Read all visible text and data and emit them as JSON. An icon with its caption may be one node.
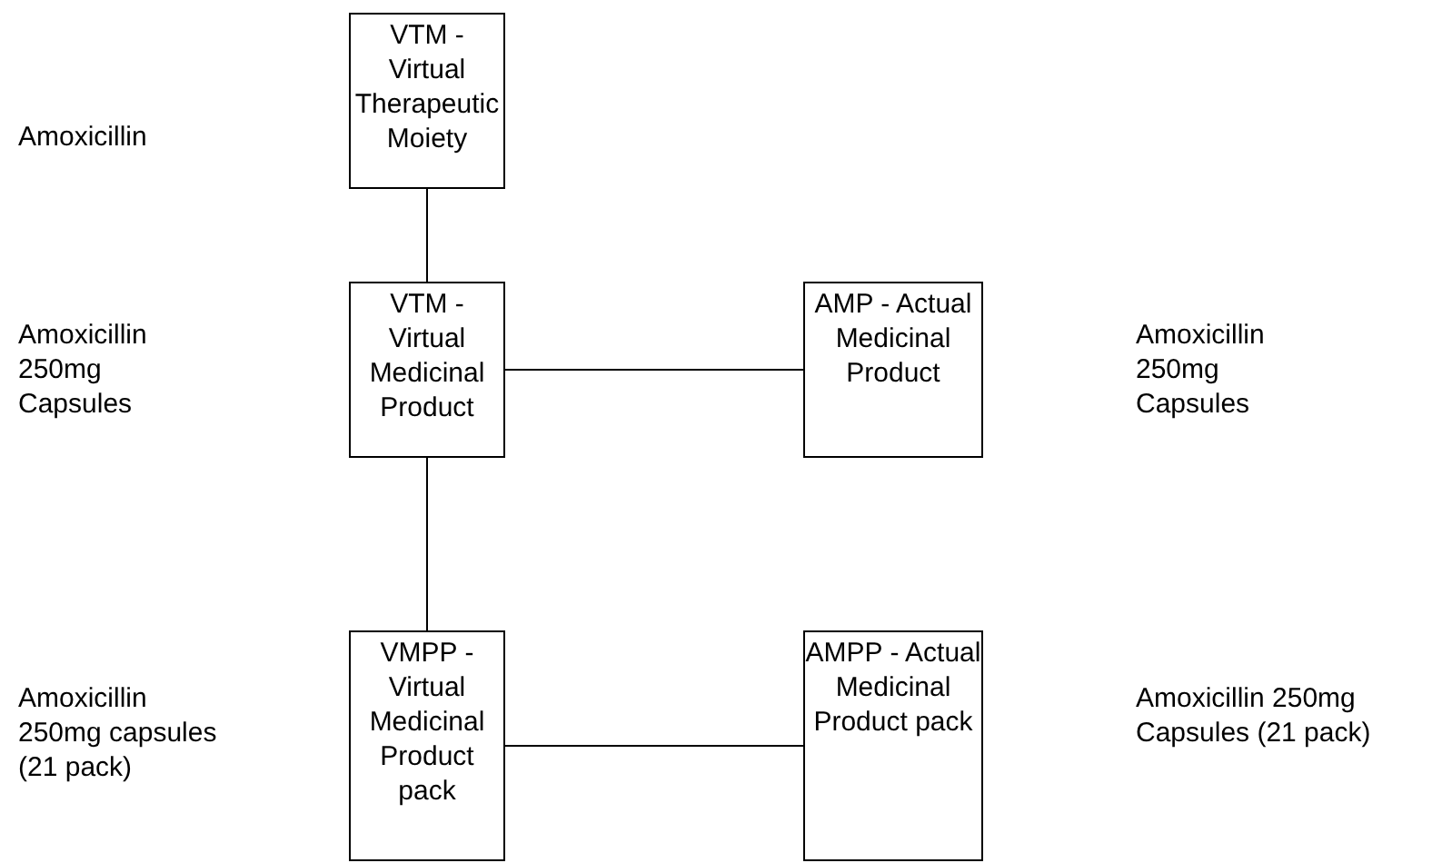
{
  "diagram": {
    "nodes": [
      {
        "text": [
          "VTM - Virtual Therapeutic Moiety"
        ]
      },
      {
        "text": [
          "VTM - Virtual Medicinal Product"
        ]
      },
      {
        "text": [
          "AMP - Actual Medicinal Product"
        ]
      },
      {
        "text": [
          "VMPP - Virtual Medicinal Product pack"
        ]
      },
      {
        "text": [
          "AMPP - Actual Medicinal Product pack"
        ]
      }
    ],
    "edges": [
      {
        "from": 0,
        "to": 1,
        "arrow": "none"
      },
      {
        "from": 1,
        "to": 2,
        "arrow": "none"
      },
      {
        "from": 1,
        "to": 3,
        "arrow": "none"
      },
      {
        "from": 3,
        "to": 4,
        "arrow": "none"
      }
    ],
    "labels": [
      "Amoxicillin",
      "Amoxicillin 250mg Capsules",
      "Amoxicillin 250mg Capsules",
      "Amoxicillin 250mg capsules (21 pack)",
      "Amoxicillin 250mg Capsules (21 pack)"
    ]
  }
}
